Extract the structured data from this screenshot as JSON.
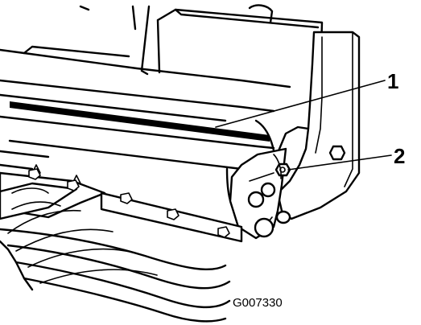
{
  "figure": {
    "callouts": [
      {
        "number": "1"
      },
      {
        "number": "2"
      }
    ],
    "figure_id": "G007330"
  }
}
